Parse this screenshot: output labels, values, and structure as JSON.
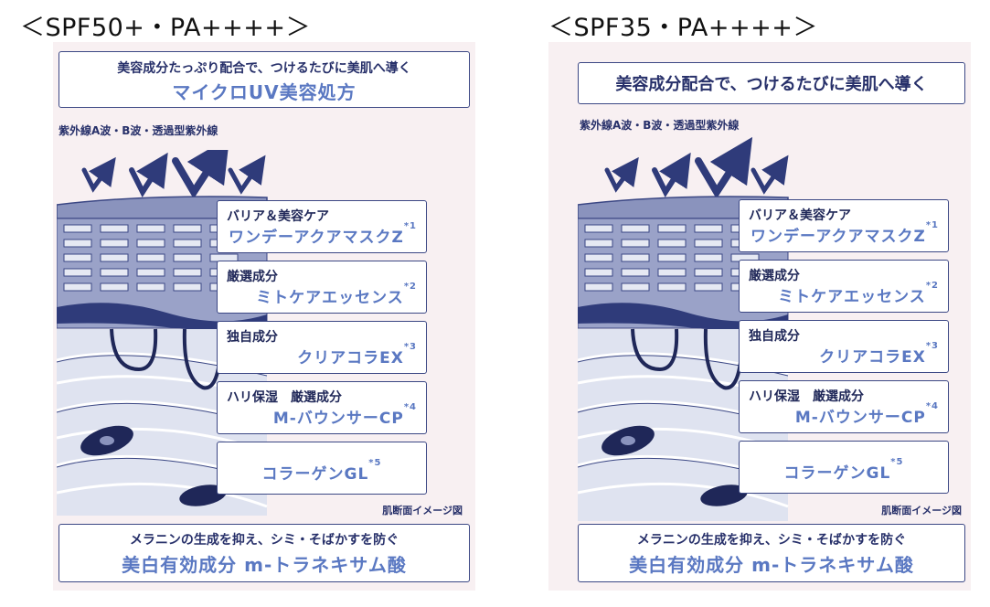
{
  "panels": [
    {
      "heading": "＜SPF50+・PA++++＞",
      "top_line1": "美容成分たっぷり配合で、つけるたびに美肌へ導く",
      "top_line2": "マイクロUV美容処方",
      "uv_label": "紫外線A波・B波・透過型紫外線",
      "ingredients": [
        {
          "category": "バリア＆美容ケア",
          "name": "ワンデーアクアマスクZ",
          "note": "*1"
        },
        {
          "category": "厳選成分",
          "name": "ミトケアエッセンス",
          "note": "*2"
        },
        {
          "category": "独自成分",
          "name": "クリアコラEX",
          "note": "*3"
        },
        {
          "category": "ハリ保湿　厳選成分",
          "name": "M-バウンサーCP",
          "note": "*4"
        },
        {
          "category": "",
          "name": "コラーゲンGL",
          "note": "*5"
        }
      ],
      "caption": "肌断面イメージ図",
      "bottom_line1": "メラニンの生成を抑え、シミ・そばかすを防ぐ",
      "bottom_line2": "美白有効成分 m-トラネキサム酸"
    },
    {
      "heading": "＜SPF35・PA++++＞",
      "top_line1": "美容成分配合で、つけるたびに美肌へ導く",
      "uv_label": "紫外線A波・B波・透過型紫外線",
      "ingredients": [
        {
          "category": "バリア＆美容ケア",
          "name": "ワンデーアクアマスクZ",
          "note": "*1"
        },
        {
          "category": "厳選成分",
          "name": "ミトケアエッセンス",
          "note": "*2"
        },
        {
          "category": "独自成分",
          "name": "クリアコラEX",
          "note": "*3"
        },
        {
          "category": "ハリ保湿　厳選成分",
          "name": "M-バウンサーCP",
          "note": "*4"
        },
        {
          "category": "",
          "name": "コラーゲンGL",
          "note": "*5"
        }
      ],
      "caption": "肌断面イメージ図",
      "bottom_line1": "メラニンの生成を抑え、シミ・そばかすを防ぐ",
      "bottom_line2": "美白有効成分 m-トラネキサム酸"
    }
  ],
  "colors": {
    "navy": "#2a3570",
    "accent_blue": "#5a78c2",
    "panel_bg": "#f8f0f2"
  }
}
